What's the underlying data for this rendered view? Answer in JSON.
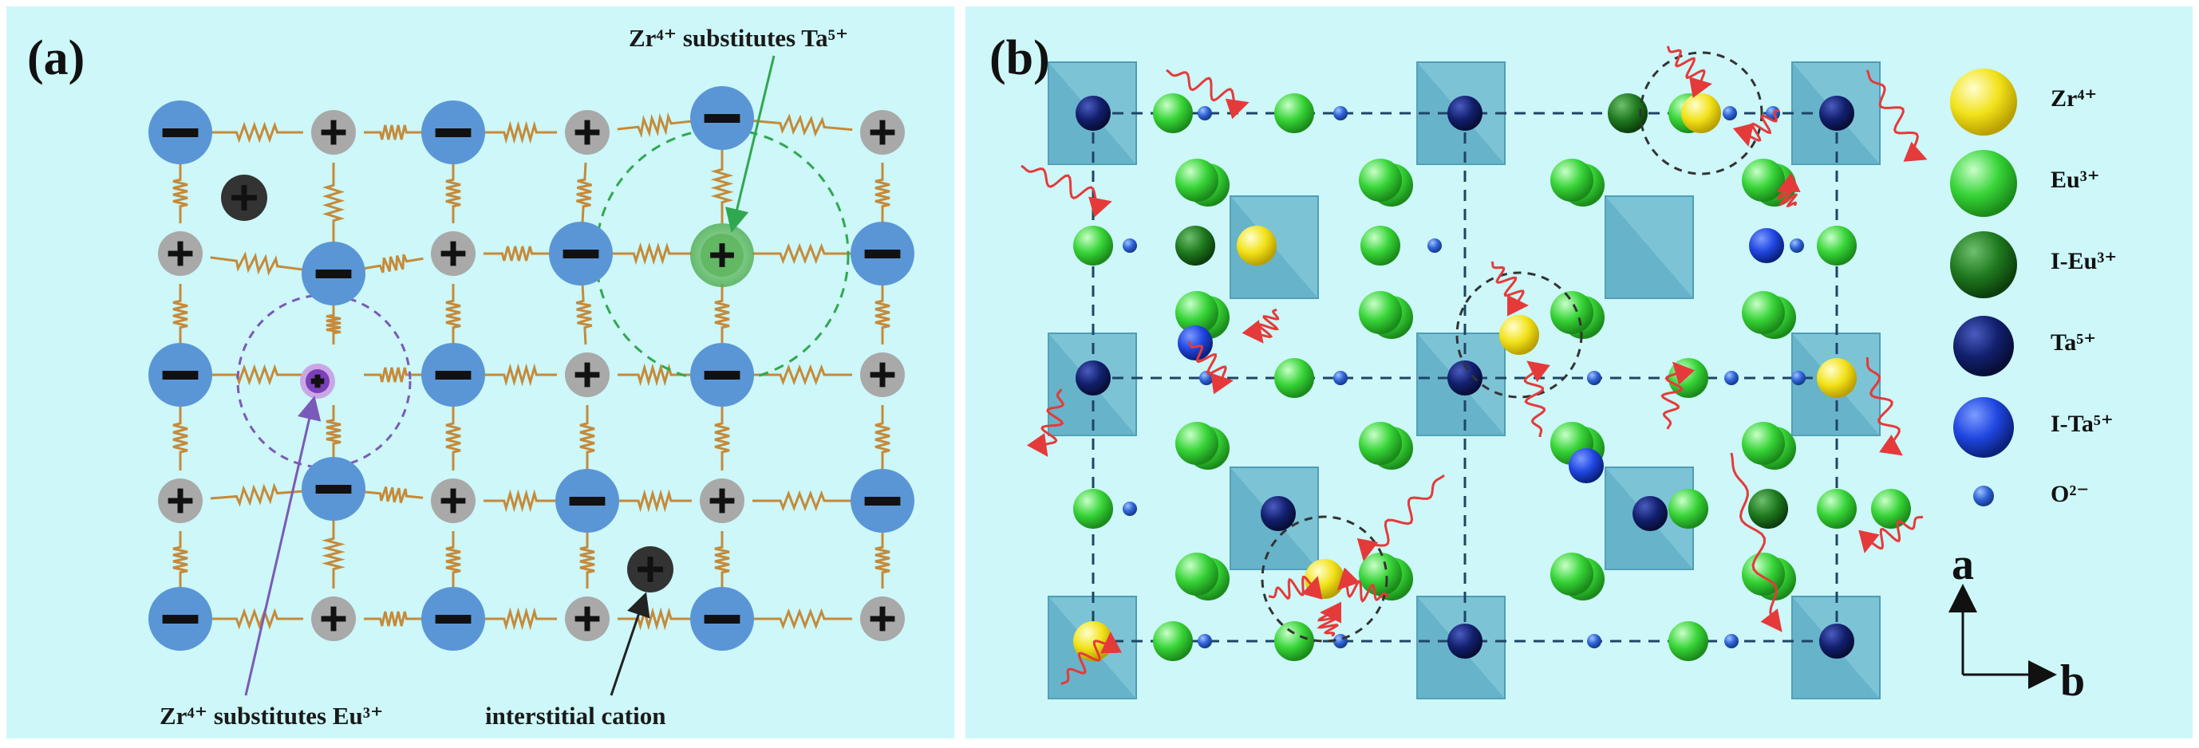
{
  "panel_a": {
    "label": "(a)",
    "annotations": {
      "zr_ta": "Zr⁴⁺ substitutes Ta⁵⁺",
      "zr_eu": "Zr⁴⁺ substitutes Eu³⁺",
      "interstitial": "interstitial cation"
    }
  },
  "panel_b": {
    "label": "(b)",
    "legend": [
      {
        "label": "Zr⁴⁺",
        "color": "#f2e21a"
      },
      {
        "label": "Eu³⁺",
        "color": "#37d437"
      },
      {
        "label": "I-Eu³⁺",
        "color": "#1f7a1f"
      },
      {
        "label": "Ta⁵⁺",
        "color": "#12206e"
      },
      {
        "label": "I-Ta⁵⁺",
        "color": "#1f46e0"
      },
      {
        "label": "O²⁻",
        "color": "#2f63d6"
      }
    ],
    "axes": {
      "a": "a",
      "b": "b"
    }
  },
  "colors": {
    "background": "#cdf7f8",
    "anion": "#5a96d6",
    "cation": "#a9a9a9",
    "interstitial": "#333333",
    "spring": "#c58a3a",
    "wave": "#e53a3a"
  }
}
